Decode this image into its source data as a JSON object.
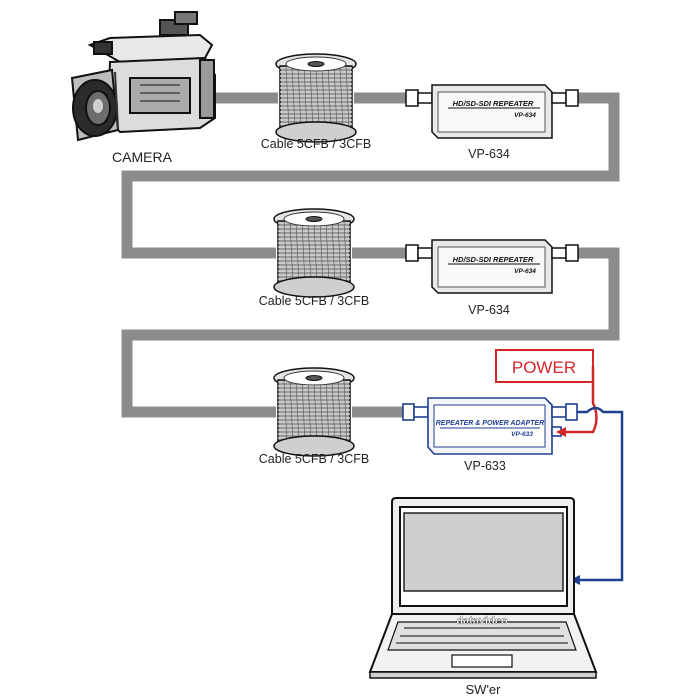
{
  "labels": {
    "camera": "CAMERA",
    "cable_1": "Cable 5CFB / 3CFB",
    "cable_2": "Cable 5CFB / 3CFB",
    "cable_3": "Cable 5CFB / 3CFB",
    "repeater_1_model": "VP-634",
    "repeater_2_model": "VP-634",
    "adapter_model": "VP-633",
    "power": "POWER",
    "switcher": "SW'er"
  },
  "devices": {
    "repeater_1_plate": "HD/SD-SDI REPEATER",
    "repeater_1_sub": "VP-634",
    "repeater_2_plate": "HD/SD-SDI REPEATER",
    "repeater_2_sub": "VP-634",
    "adapter_plate": "REPEATER & POWER ADAPTER",
    "adapter_sub": "VP-633",
    "switcher_brand": "datavideo"
  },
  "colors": {
    "cable": "#8c8c8c",
    "power": "#d3262b",
    "signal_out": "#1f3f8f",
    "outline": "#1a1a1a"
  }
}
